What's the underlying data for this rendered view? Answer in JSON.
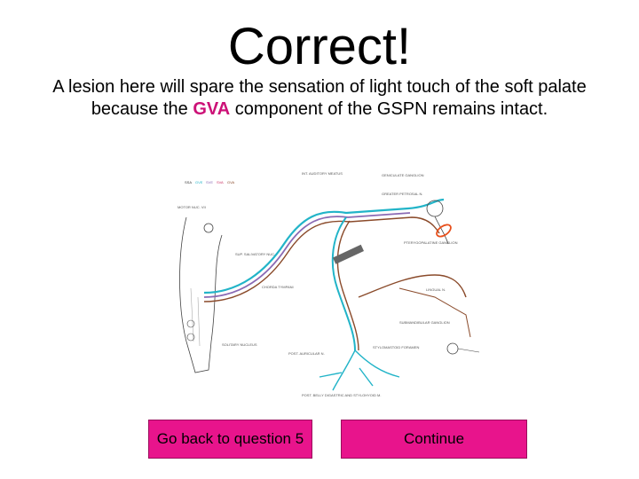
{
  "title": "Correct!",
  "message": {
    "before": "A lesion here will spare the sensation of light touch of the soft palate because the",
    "highlight": "GVA",
    "after": "component of the GSPN remains intact."
  },
  "diagram": {
    "legend": [
      "SSA",
      "GVE",
      "SVE",
      "SVA",
      "GVA"
    ],
    "labels": {
      "geniculate": "GENICULATE GANGLION",
      "int_auditory": "INT. AUDITORY MEATUS",
      "stylomastoid": "STYLOMASTOID FORAMEN",
      "chorda": "CHORDA TYMPANI",
      "motor_nuc": "MOTOR NUC. VII",
      "sup_salivatory": "SUP. SALIVATORY NUC.",
      "solitary": "SOLITARY NUCLEUS",
      "gspn": "GREATER PETROSAL N.",
      "lingual": "LINGUAL N.",
      "pterygopalatine": "PTERYGOPALATINE GANGLION",
      "submandibular": "SUBMANDIBULAR GANGLION",
      "post_auricular": "POST. AURICULAR N.",
      "digastric": "POST. BELLY DIGASTRIC AND STYLOHYOID M."
    }
  },
  "buttons": {
    "back": "Go back to question 5",
    "continue": "Continue"
  },
  "colors": {
    "button_bg": "#e8148c",
    "highlight": "#cc1177",
    "lesion_marker": "#e8501c",
    "nerve_cyan": "#22b4c8",
    "nerve_brown": "#8a4a2a",
    "nerve_purple": "#8a6ab4"
  }
}
